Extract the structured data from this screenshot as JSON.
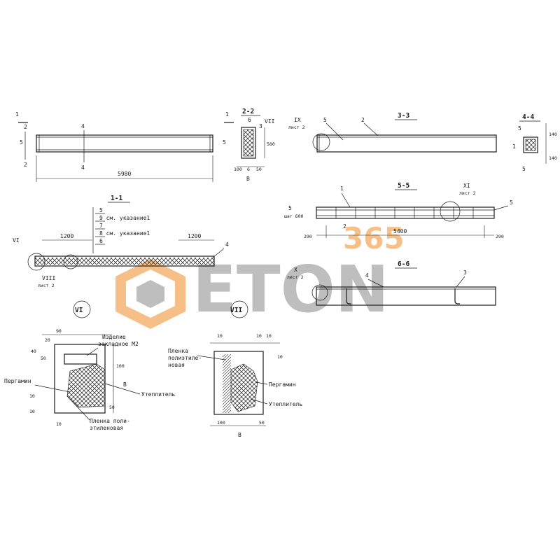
{
  "watermark": {
    "brand": "ETON",
    "number": "365",
    "color_orange": "#f28c28",
    "color_grey": "#8a8a8a"
  },
  "elevation": {
    "len": "5980",
    "c1a": "1",
    "c1b": "1",
    "c2a": "2",
    "c2b": "2",
    "c4a": "4",
    "c4b": "4",
    "c5a": "5",
    "c5b": "5"
  },
  "sec22": {
    "title": "2-2",
    "call_vii": "VII",
    "n6": "6",
    "n3": "3",
    "h": "580",
    "d100": "100",
    "d6": "6",
    "d50": "50",
    "b": "B"
  },
  "sec33": {
    "title": "3-3",
    "call_ix": "IX",
    "sheet": "лист 2",
    "n5": "5",
    "n2": "2"
  },
  "sec44": {
    "title": "4-4",
    "n5": "5",
    "n1": "1",
    "n5b": "5",
    "h1": "140",
    "h2": "140"
  },
  "sec11": {
    "title": "1-1",
    "stack": [
      "5",
      "9 см. указание1",
      "7",
      "8 см. указание1",
      "6"
    ],
    "d1200l": "1200",
    "d1200r": "1200",
    "n4": "4",
    "call_vi": "VI",
    "call_viii": "VIII",
    "sheet": "лист 2"
  },
  "sec55": {
    "title": "5-5",
    "n1": "1",
    "call_xi": "XI",
    "sheet": "лист 2",
    "n5l": "5",
    "step": "шаг 600",
    "n2": "2",
    "n5r": "5",
    "d290l": "290",
    "d5400": "5400",
    "d290r": "290"
  },
  "sec66": {
    "title": "6-6",
    "call_x": "X",
    "sheet": "лист 2",
    "n4": "4",
    "n3": "3"
  },
  "detail_vi": {
    "title": "VI",
    "d90": "90",
    "d20": "20",
    "d40": "40",
    "d50": "50",
    "d100": "100",
    "b": "B",
    "d10a": "10",
    "d10b": "10",
    "d50b": "50",
    "d10c": "10",
    "lbl1": "Изделие",
    "lbl2": "закладное М2",
    "lbl_perg": "Пергамин",
    "lbl_ut": "Утеплитель",
    "lbl_film1": "Пленка поли-",
    "lbl_film2": "этиленовая"
  },
  "detail_vii": {
    "title": "VII",
    "d10a": "10",
    "d10b": "10",
    "d10c": "10",
    "d10d": "10",
    "d100": "100",
    "d50": "50",
    "b": "B",
    "lbl_film1": "Пленка",
    "lbl_film2": "полиэтиле-",
    "lbl_film3": "новая",
    "lbl_perg": "Пергамин",
    "lbl_ut": "Утеплитель"
  }
}
